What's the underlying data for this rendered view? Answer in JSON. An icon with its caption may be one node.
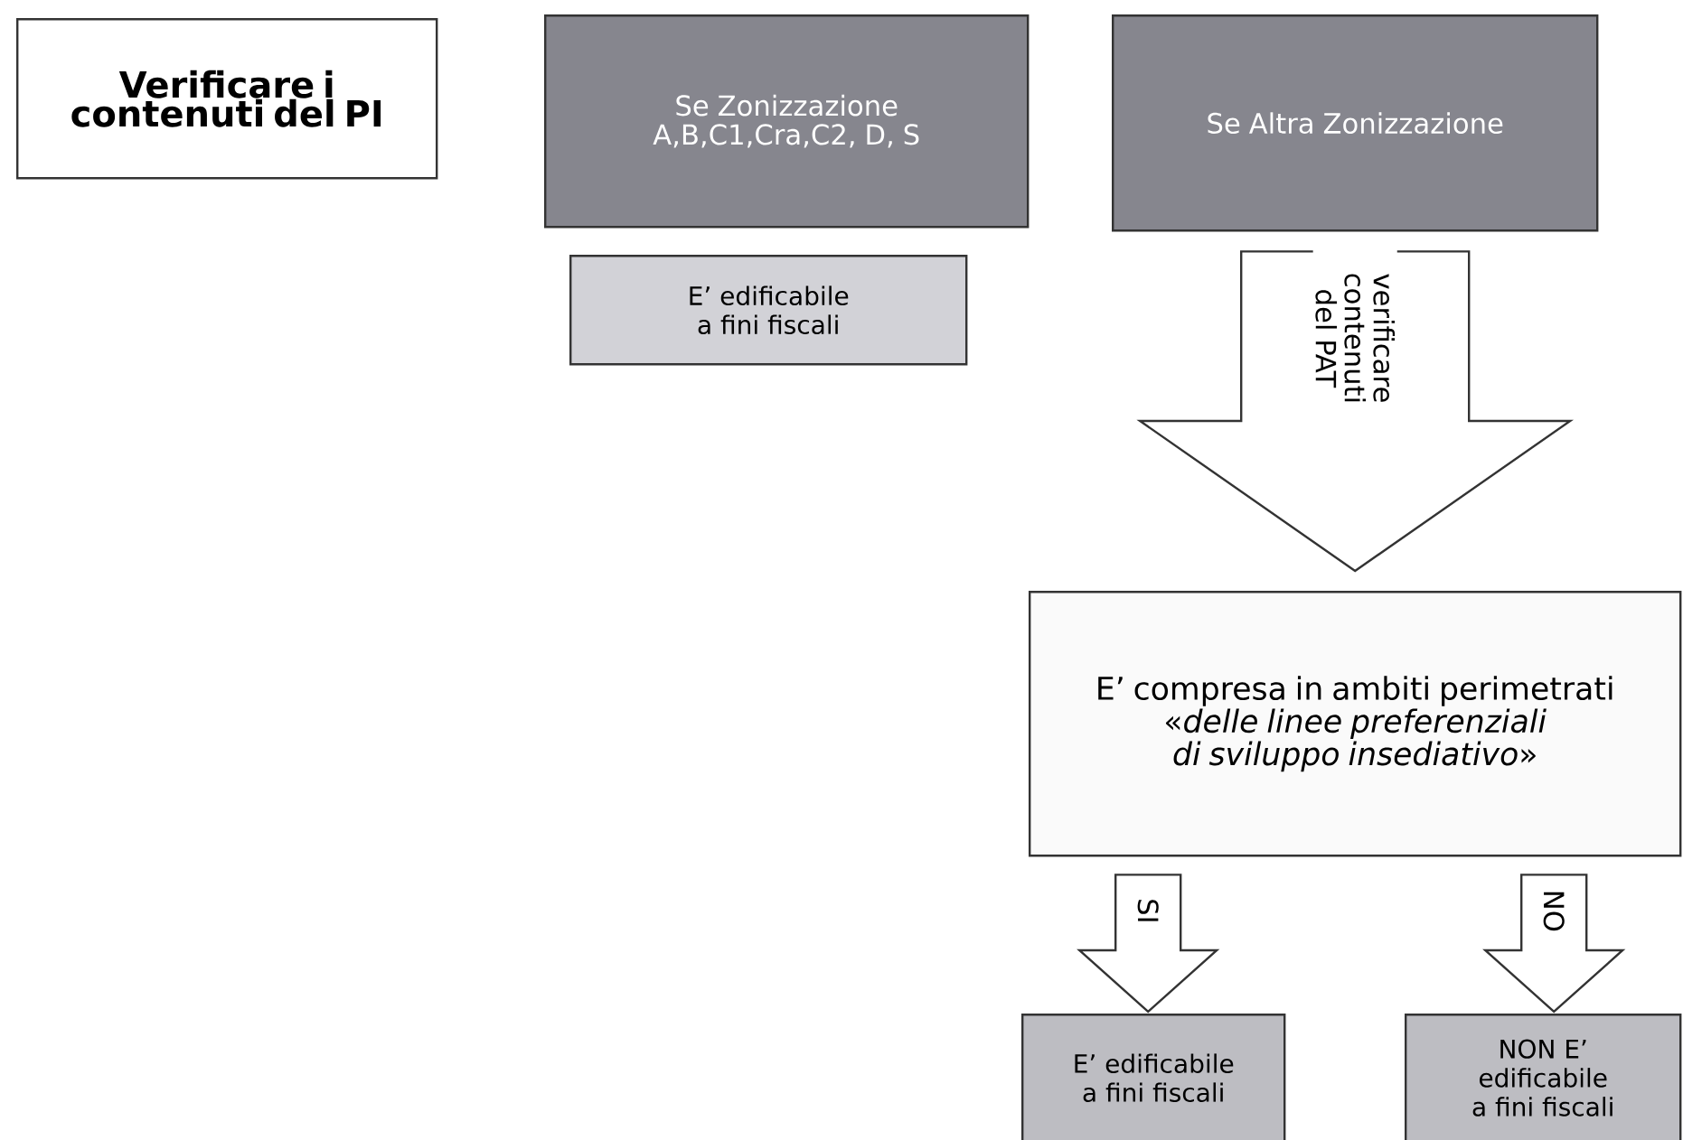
{
  "diagram": {
    "nodes": [
      {
        "text": [
          "Verificare i contenuti del PI"
        ]
      },
      {
        "text": [
          "Se Zonizzazione A,B,C1,Cra,C2, D, S"
        ]
      },
      {
        "text": [
          "Se Altra Zonizzazione"
        ]
      },
      {
        "text": [
          "E’ edificabile a fini fiscali"
        ]
      },
      {
        "text": [
          "E’ compresa in ambiti perimetrati «*delle linee preferenziali di sviluppo insediativo*»"
        ]
      },
      {
        "text": [
          "E’ edificabile a fini fiscali"
        ]
      },
      {
        "text": [
          "NON E’ edificabile a fini fiscali"
        ]
      }
    ],
    "edges": [
      {
        "from": 2,
        "to": 4,
        "arrow": "to",
        "label": "verificare contenuti del PAT"
      },
      {
        "from": 4,
        "to": 5,
        "arrow": "to",
        "label": "SI"
      },
      {
        "from": 4,
        "to": 6,
        "arrow": "to",
        "label": "NO"
      }
    ]
  }
}
